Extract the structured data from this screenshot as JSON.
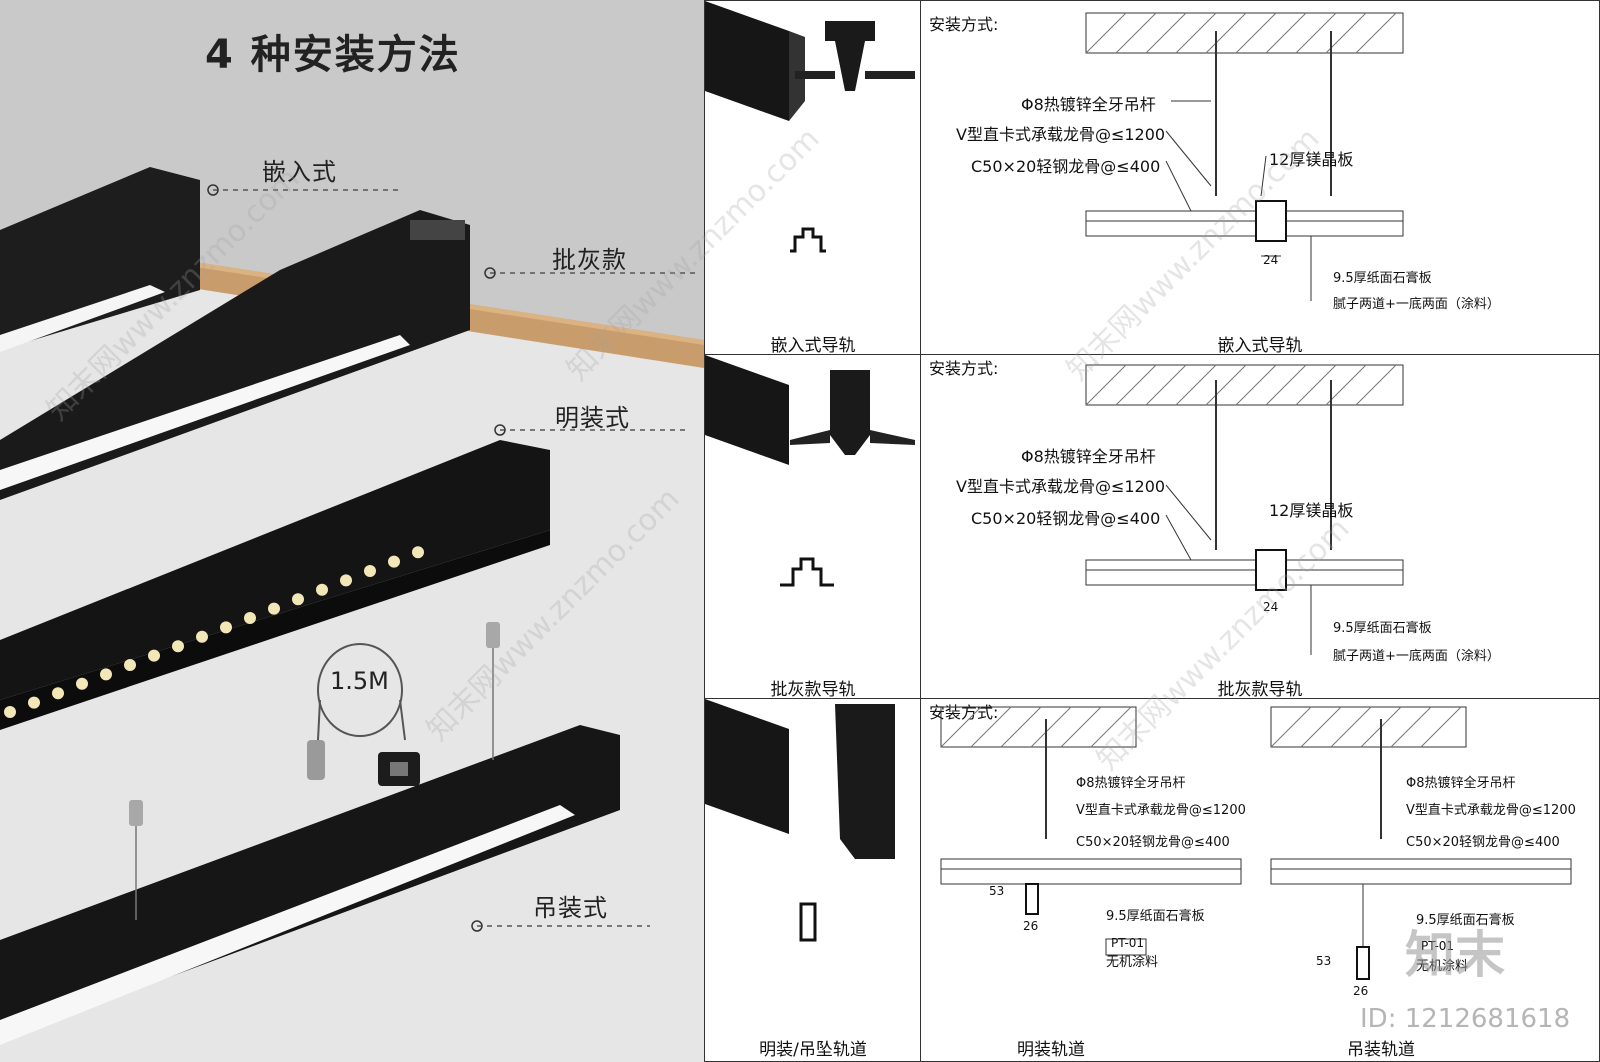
{
  "left_panel": {
    "title": "4 种安装方法",
    "labels": {
      "embedded": "嵌入式",
      "gray": "批灰款",
      "surface": "明装式",
      "pendant": "吊装式"
    },
    "cable_length": "1.5M"
  },
  "rows": [
    {
      "product_caption": "嵌入式导轨",
      "install_header": "安装方式:",
      "detail_caption": "嵌入式导轨",
      "annotations": {
        "rod": "Φ8热镀锌全牙吊杆",
        "v_keel": "V型直卡式承载龙骨@≤1200",
        "c_keel": "C50×20轻钢龙骨@≤400",
        "board": "12厚镁晶板",
        "dim": "24",
        "gypsum": "9.5厚纸面石膏板",
        "putty": "腻子两道+一底两面（涂料）"
      }
    },
    {
      "product_caption": "批灰款导轨",
      "install_header": "安装方式:",
      "detail_caption": "批灰款导轨",
      "annotations": {
        "rod": "Φ8热镀锌全牙吊杆",
        "v_keel": "V型直卡式承载龙骨@≤1200",
        "c_keel": "C50×20轻钢龙骨@≤400",
        "board": "12厚镁晶板",
        "dim": "24",
        "gypsum": "9.5厚纸面石膏板",
        "putty": "腻子两道+一底两面（涂料）"
      }
    }
  ],
  "row3": {
    "product_caption": "明装/吊坠轨道",
    "install_header": "安装方式:",
    "left_caption": "明装轨道",
    "right_caption": "吊装轨道",
    "annotations": {
      "rod": "Φ8热镀锌全牙吊杆",
      "v_keel": "V型直卡式承载龙骨@≤1200",
      "c_keel": "C50×20轻钢龙骨@≤400",
      "gypsum": "9.5厚纸面石膏板",
      "pt": "PT-01",
      "paint": "无机涂料",
      "dim_h": "53",
      "dim_w": "26"
    }
  },
  "watermark": {
    "site": "知末网www.znzmo.com",
    "logo": "知末",
    "id": "ID: 1212681618"
  }
}
